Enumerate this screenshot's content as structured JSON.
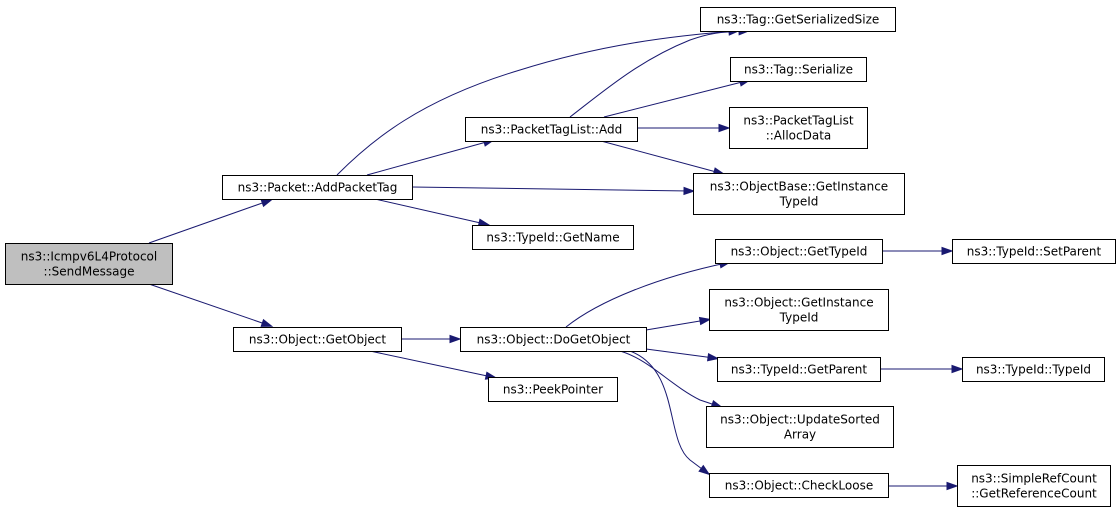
{
  "diagram": {
    "nodes": [
      {
        "id": "send_message",
        "lines": [
          "ns3::Icmpv6L4Protocol",
          "::SendMessage"
        ],
        "highlight": true
      },
      {
        "id": "add_packet_tag",
        "lines": [
          "ns3::Packet::AddPacketTag"
        ]
      },
      {
        "id": "get_object",
        "lines": [
          "ns3::Object::GetObject"
        ]
      },
      {
        "id": "packet_tag_list_add",
        "lines": [
          "ns3::PacketTagList::Add"
        ]
      },
      {
        "id": "typeid_get_name",
        "lines": [
          "ns3::TypeId::GetName"
        ]
      },
      {
        "id": "do_get_object",
        "lines": [
          "ns3::Object::DoGetObject"
        ]
      },
      {
        "id": "peek_pointer",
        "lines": [
          "ns3::PeekPointer"
        ]
      },
      {
        "id": "tag_get_serialized_size",
        "lines": [
          "ns3::Tag::GetSerializedSize"
        ]
      },
      {
        "id": "tag_serialize",
        "lines": [
          "ns3::Tag::Serialize"
        ]
      },
      {
        "id": "alloc_data",
        "lines": [
          "ns3::PacketTagList",
          "::AllocData"
        ]
      },
      {
        "id": "objectbase_get_instance_typeid",
        "lines": [
          "ns3::ObjectBase::GetInstance",
          "TypeId"
        ]
      },
      {
        "id": "object_get_typeid",
        "lines": [
          "ns3::Object::GetTypeId"
        ]
      },
      {
        "id": "object_get_instance_typeid",
        "lines": [
          "ns3::Object::GetInstance",
          "TypeId"
        ]
      },
      {
        "id": "typeid_get_parent",
        "lines": [
          "ns3::TypeId::GetParent"
        ]
      },
      {
        "id": "update_sorted_array",
        "lines": [
          "ns3::Object::UpdateSorted",
          "Array"
        ]
      },
      {
        "id": "check_loose",
        "lines": [
          "ns3::Object::CheckLoose"
        ]
      },
      {
        "id": "typeid_set_parent",
        "lines": [
          "ns3::TypeId::SetParent"
        ]
      },
      {
        "id": "typeid_typeid",
        "lines": [
          "ns3::TypeId::TypeId"
        ]
      },
      {
        "id": "get_reference_count",
        "lines": [
          "ns3::SimpleRefCount",
          "::GetReferenceCount"
        ]
      }
    ],
    "edges": [
      {
        "from": "send_message",
        "to": "add_packet_tag"
      },
      {
        "from": "send_message",
        "to": "get_object"
      },
      {
        "from": "add_packet_tag",
        "to": "tag_get_serialized_size"
      },
      {
        "from": "add_packet_tag",
        "to": "packet_tag_list_add"
      },
      {
        "from": "add_packet_tag",
        "to": "objectbase_get_instance_typeid"
      },
      {
        "from": "add_packet_tag",
        "to": "typeid_get_name"
      },
      {
        "from": "packet_tag_list_add",
        "to": "tag_get_serialized_size"
      },
      {
        "from": "packet_tag_list_add",
        "to": "tag_serialize"
      },
      {
        "from": "packet_tag_list_add",
        "to": "alloc_data"
      },
      {
        "from": "packet_tag_list_add",
        "to": "objectbase_get_instance_typeid"
      },
      {
        "from": "get_object",
        "to": "do_get_object"
      },
      {
        "from": "get_object",
        "to": "peek_pointer"
      },
      {
        "from": "do_get_object",
        "to": "object_get_typeid"
      },
      {
        "from": "do_get_object",
        "to": "object_get_instance_typeid"
      },
      {
        "from": "do_get_object",
        "to": "typeid_get_parent"
      },
      {
        "from": "do_get_object",
        "to": "update_sorted_array"
      },
      {
        "from": "do_get_object",
        "to": "check_loose"
      },
      {
        "from": "object_get_typeid",
        "to": "typeid_set_parent"
      },
      {
        "from": "typeid_get_parent",
        "to": "typeid_typeid"
      },
      {
        "from": "check_loose",
        "to": "get_reference_count"
      }
    ],
    "colors": {
      "edge": "#191970",
      "node_border": "#000000",
      "node_fill": "#ffffff",
      "root_fill": "#bfbfbf"
    }
  }
}
